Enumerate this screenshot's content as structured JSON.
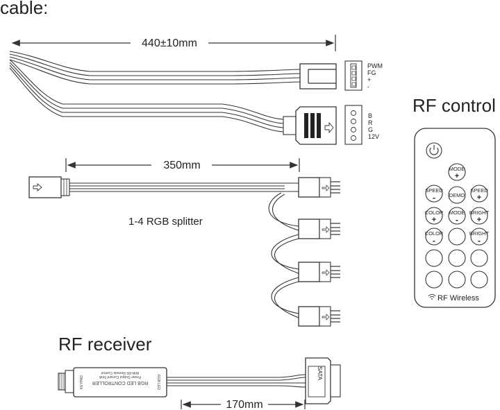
{
  "cable_heading": "cable:",
  "dim_cable": "440±10mm",
  "fan_connector_pins": [
    "PWM",
    "FG",
    "+",
    "-"
  ],
  "rgb_connector_pins": [
    "B",
    "R",
    "G",
    "12V"
  ],
  "dim_splitter": "350mm",
  "splitter_label": "1-4 RGB splitter",
  "rf_control_title": "RF control",
  "remote": {
    "mode_plus": {
      "top": "MODE",
      "sign": "+"
    },
    "speed_minus": {
      "top": "SPEED",
      "sign": "-"
    },
    "demo": "DEMO",
    "speed_plus": {
      "top": "SPEED",
      "sign": "+"
    },
    "color_plus": {
      "top": "COLOR",
      "sign": "+"
    },
    "mode_minus": {
      "top": "MODE",
      "sign": "-"
    },
    "bright_plus": {
      "top": "BRIGHT",
      "sign": "+"
    },
    "color_minus": {
      "top": "COLOR",
      "sign": "-"
    },
    "bright_minus": {
      "top": "BRIGHT",
      "sign": "-"
    },
    "wireless_label": "RF Wireless"
  },
  "rf_receiver_title": "RF receiver",
  "receiver_body_label": "RGB LED CONTROLLER",
  "receiver_sub_label": "Power Output Current 5mA",
  "receiver_sub_label2": "With RF Remote Control",
  "receiver_end_left": "KEYPAD",
  "receiver_end_right": "RGB LED",
  "sata_label": "SATA",
  "dim_receiver": "170mm"
}
